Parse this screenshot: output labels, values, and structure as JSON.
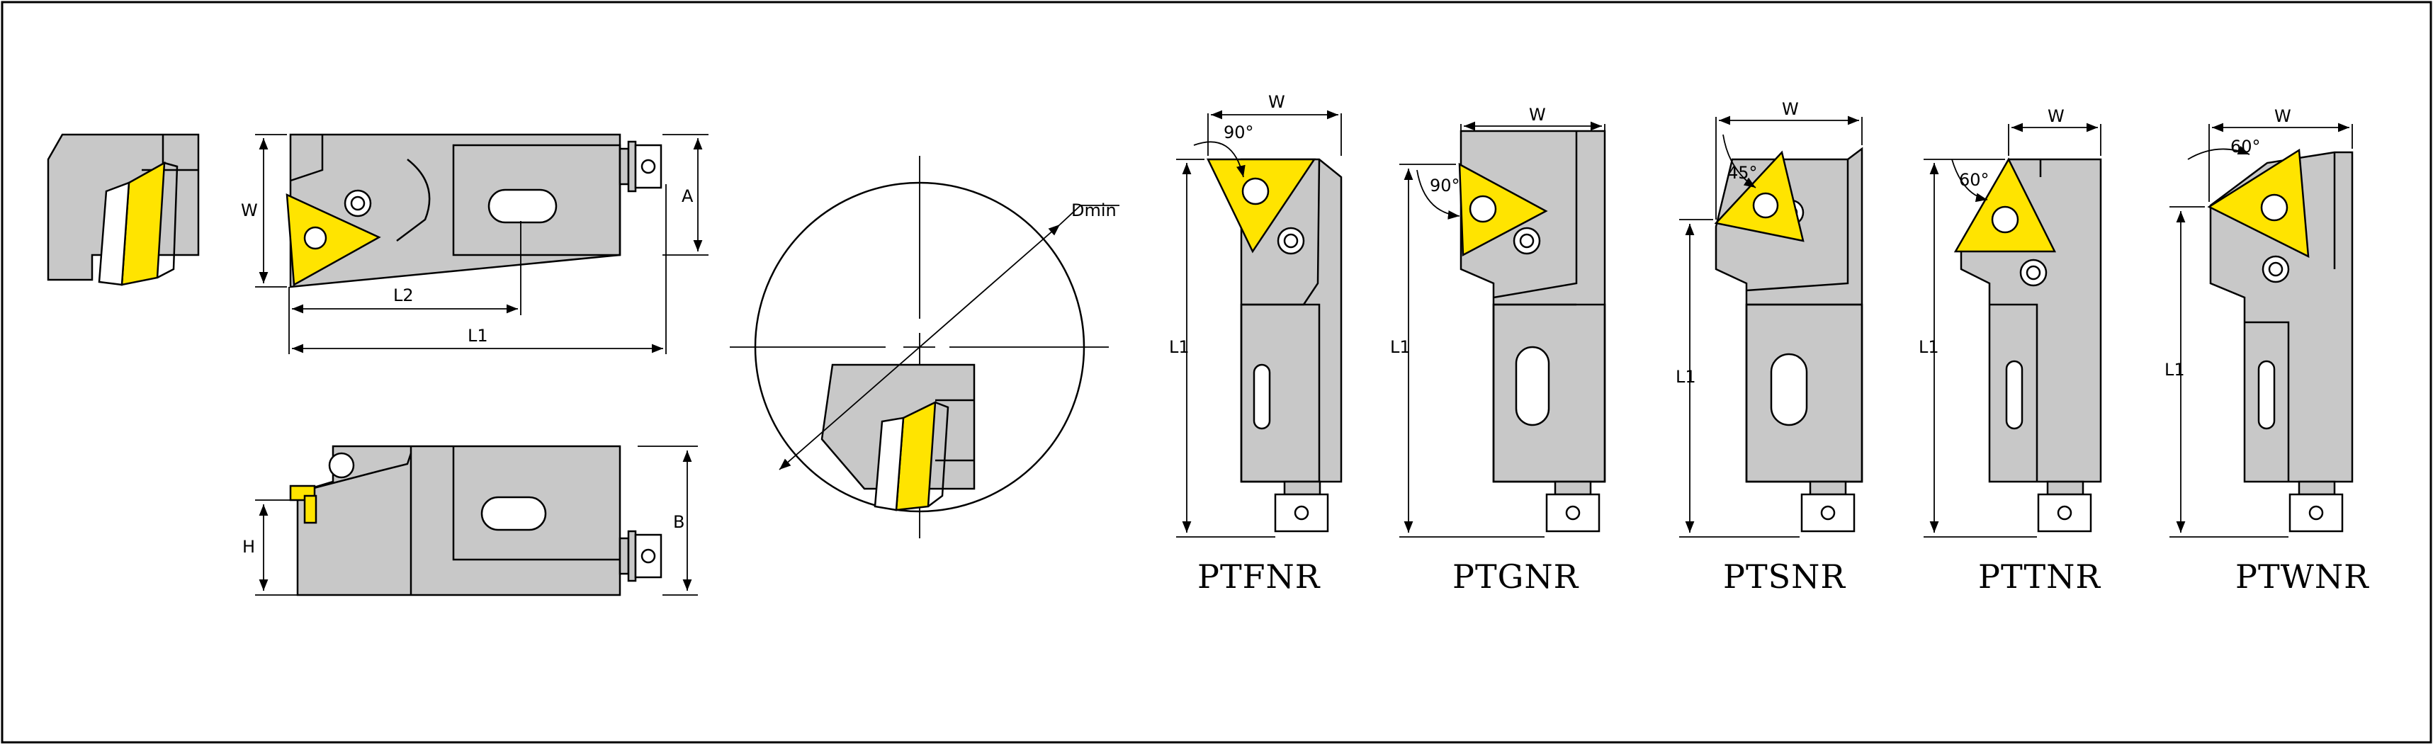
{
  "diagram": {
    "views": [
      {
        "id": "top-view",
        "labels": {
          "width": "W",
          "height": "A",
          "length_2": "L2",
          "length_1": "L1"
        }
      },
      {
        "id": "side-view",
        "labels": {
          "height": "H",
          "body_height": "B"
        }
      },
      {
        "id": "bore-view",
        "labels": {
          "min_diameter": "Dmin"
        }
      }
    ],
    "variants": [
      {
        "model": "PTFNR",
        "width_label": "W",
        "length_label": "L1",
        "angle": "90°"
      },
      {
        "model": "PTGNR",
        "width_label": "W",
        "length_label": "L1",
        "angle": "90°"
      },
      {
        "model": "PTSNR",
        "width_label": "W",
        "length_label": "L1",
        "angle": "45°"
      },
      {
        "model": "PTTNR",
        "width_label": "W",
        "length_label": "L1",
        "angle": "60°"
      },
      {
        "model": "PTWNR",
        "width_label": "W",
        "length_label": "L1",
        "angle": "60°"
      }
    ],
    "colors": {
      "insert": "#ffe400",
      "body": "#c8c8c8",
      "line": "#000000"
    }
  }
}
